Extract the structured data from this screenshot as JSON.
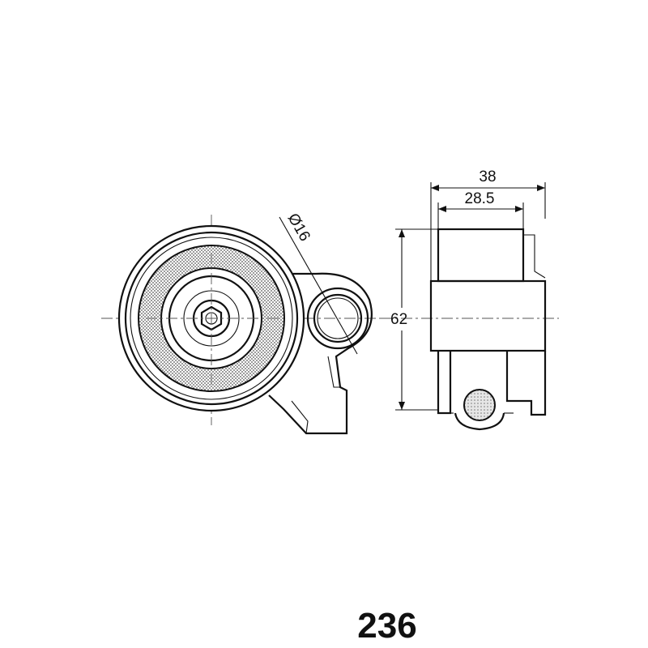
{
  "dimensions": {
    "width_total": "38",
    "width_pulley": "28.5",
    "height": "62",
    "bolt_diameter": "Ø16"
  },
  "part_number": "236",
  "colors": {
    "line": "#111111",
    "hatch": "#777777"
  }
}
